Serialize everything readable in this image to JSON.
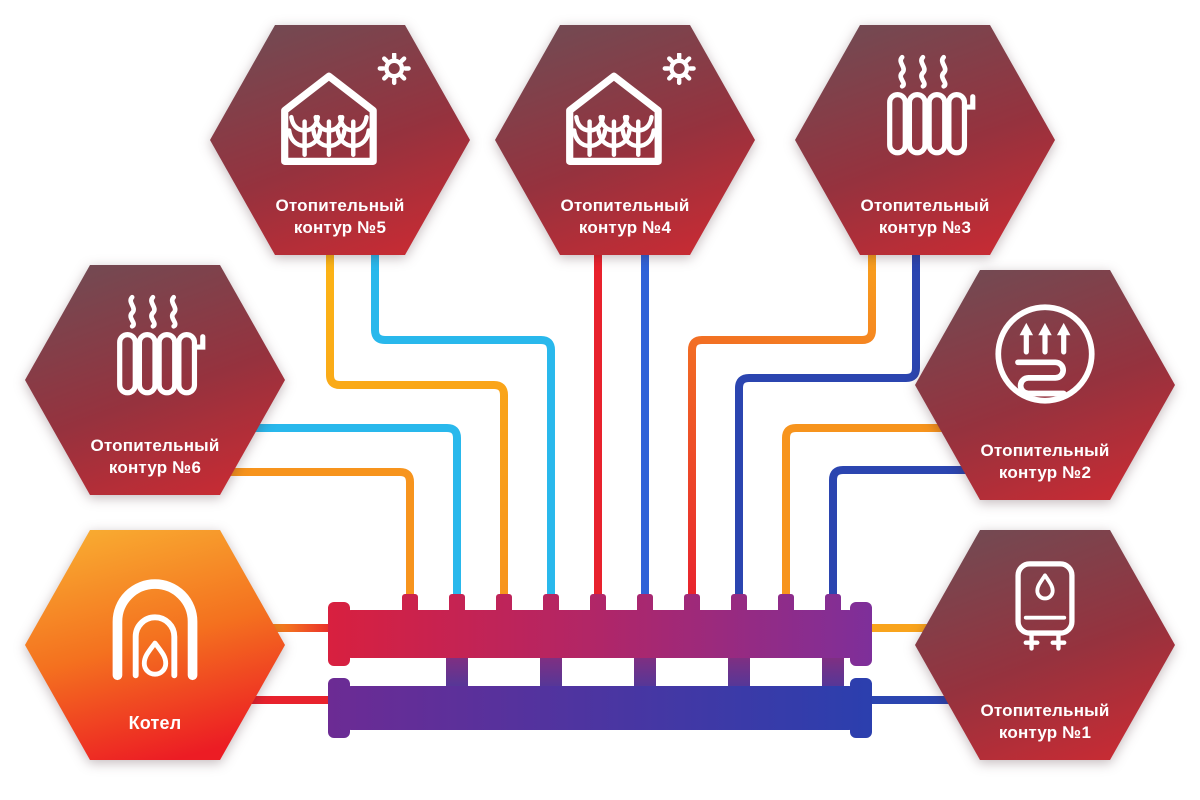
{
  "nodes": {
    "circuit5": {
      "line1": "Отопительный",
      "line2": "контур №5",
      "icon": "greenhouse-sun-icon"
    },
    "circuit4": {
      "line1": "Отопительный",
      "line2": "контур №4",
      "icon": "greenhouse-sun-icon"
    },
    "circuit3": {
      "line1": "Отопительный",
      "line2": "контур №3",
      "icon": "radiator-icon"
    },
    "circuit6": {
      "line1": "Отопительный",
      "line2": "контур №6",
      "icon": "radiator-icon"
    },
    "circuit2": {
      "line1": "Отопительный",
      "line2": "контур №2",
      "icon": "underfloor-heating-icon"
    },
    "circuit1": {
      "line1": "Отопительный",
      "line2": "контур №1",
      "icon": "water-heater-icon"
    },
    "boiler": {
      "label": "Котел",
      "icon": "furnace-flame-icon"
    }
  },
  "manifold": {
    "supply_outlets": 10,
    "bars": 2
  },
  "connections": [
    {
      "from": "boiler",
      "to": "manifold",
      "supply": "yellow-to-red",
      "return": "red"
    },
    {
      "from": "manifold",
      "to": "circuit1",
      "supply": "orange",
      "return": "blue"
    },
    {
      "from": "manifold",
      "to": "circuit2",
      "supply": "orange",
      "return": "blue"
    },
    {
      "from": "manifold",
      "to": "circuit3",
      "supply": "orange-to-red",
      "return": "blue"
    },
    {
      "from": "manifold",
      "to": "circuit4",
      "supply": "red",
      "return": "blue-bright"
    },
    {
      "from": "manifold",
      "to": "circuit5",
      "supply": "yellow-to-orange",
      "return": "cyan"
    },
    {
      "from": "manifold",
      "to": "circuit6",
      "supply": "orange",
      "return": "cyan"
    }
  ],
  "colors": {
    "pipe_red": "#e8222d",
    "pipe_orange": "#f7941d",
    "pipe_orange_yellow": "#f9a41d",
    "pipe_yellow": "#fcb515",
    "pipe_cyan": "#29b8ec",
    "pipe_blue": "#2b45b0",
    "pipe_blue_bright": "#2f62d8",
    "manifold_red": "#d8203f",
    "manifold_magenta": "#b02668",
    "manifold_purple": "#7e2f9a",
    "manifold_indigo": "#6c2b94",
    "manifold_blue": "#2b3fae",
    "hex_gradient_top": "#6e4d55",
    "hex_gradient_bottom": "#d02a32",
    "boiler_gradient_top": "#f9b233",
    "boiler_gradient_bottom": "#ec1c24",
    "icon_white": "#ffffff"
  }
}
